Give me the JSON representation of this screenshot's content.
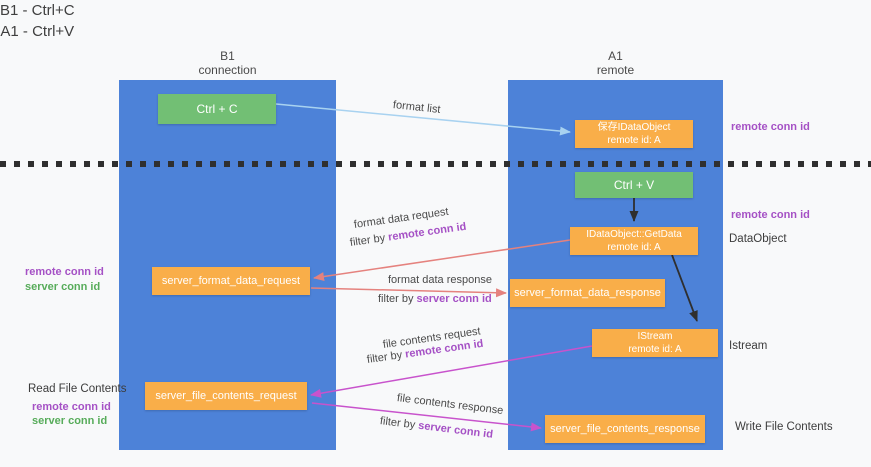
{
  "title": {
    "line1": "B1 - Ctrl+C",
    "line2": "A1 - Ctrl+V"
  },
  "lanes": {
    "left": {
      "name": "B1",
      "role": "connection"
    },
    "right": {
      "name": "A1",
      "role": "remote"
    }
  },
  "boxes": {
    "ctrl_c": {
      "label": "Ctrl + C"
    },
    "ctrl_v": {
      "label": "Ctrl + V"
    },
    "save_idataobject": {
      "line1": "保存IDataObject",
      "line2": "remote id: A"
    },
    "getdata": {
      "line1": "IDataObject::GetData",
      "line2": "remote id: A"
    },
    "istream": {
      "line1": "IStream",
      "line2": "remote id: A"
    },
    "format_request": {
      "label": "server_format_data_request"
    },
    "format_response": {
      "label": "server_format_data_response"
    },
    "file_request": {
      "label": "server_file_contents_request"
    },
    "file_response": {
      "label": "server_file_contents_response"
    }
  },
  "flow_labels": {
    "format_list": "format list",
    "format_data_request": "format data request",
    "format_data_response": "format data response",
    "file_contents_request": "file contents request",
    "file_contents_response": "file contents response",
    "filter_by": "filter by",
    "remote_conn_id": "remote conn id",
    "server_conn_id": "server conn id"
  },
  "side_labels": {
    "remote_conn_id": "remote conn id",
    "server_conn_id": "server conn id",
    "dataobject": "DataObject",
    "istream": "Istream",
    "read_file_contents": "Read File Contents",
    "write_file_contents": "Write File Contents"
  },
  "colors": {
    "lane_blue": "#4d82d8",
    "box_green": "#72bf74",
    "box_orange": "#f9ae49",
    "accent_purple": "#a551c5",
    "accent_green": "#57ac5a",
    "arrow_salmon": "#e5827e",
    "arrow_magenta": "#c853cc",
    "arrow_lightblue": "#a8d2f0",
    "arrow_black": "#2f2f2f"
  }
}
